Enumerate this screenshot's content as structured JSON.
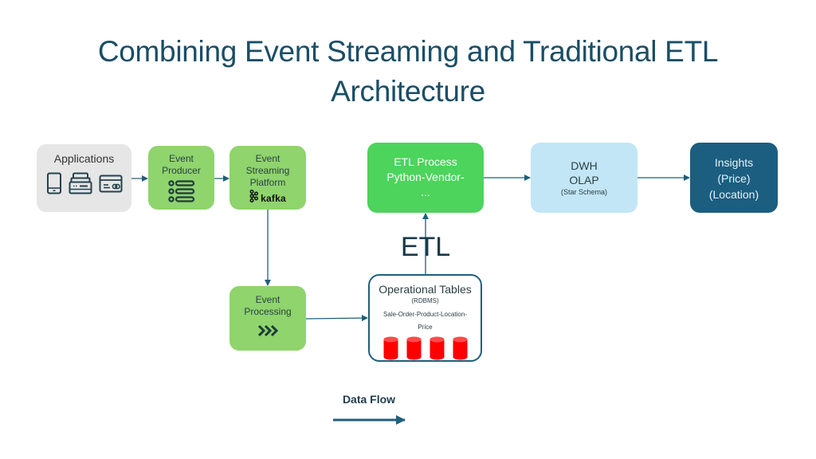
{
  "title": {
    "line1": "Combining Event Streaming and Traditional ETL",
    "line2": "Architecture"
  },
  "nodes": {
    "applications": {
      "label": "Applications",
      "icons": [
        "tablet-icon",
        "register-icon",
        "credit-card-icon"
      ]
    },
    "event_producer": {
      "line1": "Event",
      "line2": "Producer",
      "icon": "list-icon"
    },
    "event_streaming": {
      "line1": "Event",
      "line2": "Streaming",
      "line3": "Platform",
      "logo_text": "kafka"
    },
    "event_processing": {
      "line1": "Event",
      "line2": "Processing",
      "icon": "chevrons-right-icon"
    },
    "etl_process": {
      "line1": "ETL Process",
      "line2": "Python-Vendor-",
      "line3": "..."
    },
    "operational_tables": {
      "title": "Operational Tables",
      "subtitle": "(RDBMS)",
      "tables_line1": "Sale-Order-Product-Location-",
      "tables_line2": "Price",
      "cylinder_count": 4
    },
    "dwh": {
      "line1": "DWH",
      "line2": "OLAP",
      "line3": "(Star Schema)"
    },
    "insights": {
      "line1": "Insights",
      "line2": "(Price)",
      "line3": "(Location)"
    }
  },
  "etl_label": "ETL",
  "legend": {
    "label": "Data Flow"
  },
  "edges": [
    {
      "from": "applications",
      "to": "event_producer"
    },
    {
      "from": "event_producer",
      "to": "event_streaming"
    },
    {
      "from": "event_streaming",
      "to": "event_processing"
    },
    {
      "from": "event_processing",
      "to": "operational_tables"
    },
    {
      "from": "operational_tables",
      "to": "etl_process"
    },
    {
      "from": "etl_process",
      "to": "dwh"
    },
    {
      "from": "dwh",
      "to": "insights"
    }
  ],
  "colors": {
    "title": "#1a4e66",
    "arrow": "#1f5f7a",
    "green_light": "#8fd46d",
    "green_bright": "#4cd45c",
    "light_blue": "#c2e6f5",
    "dark_blue": "#1b5e80",
    "grey": "#e6e6e6",
    "cylinder": "#ff0000"
  }
}
